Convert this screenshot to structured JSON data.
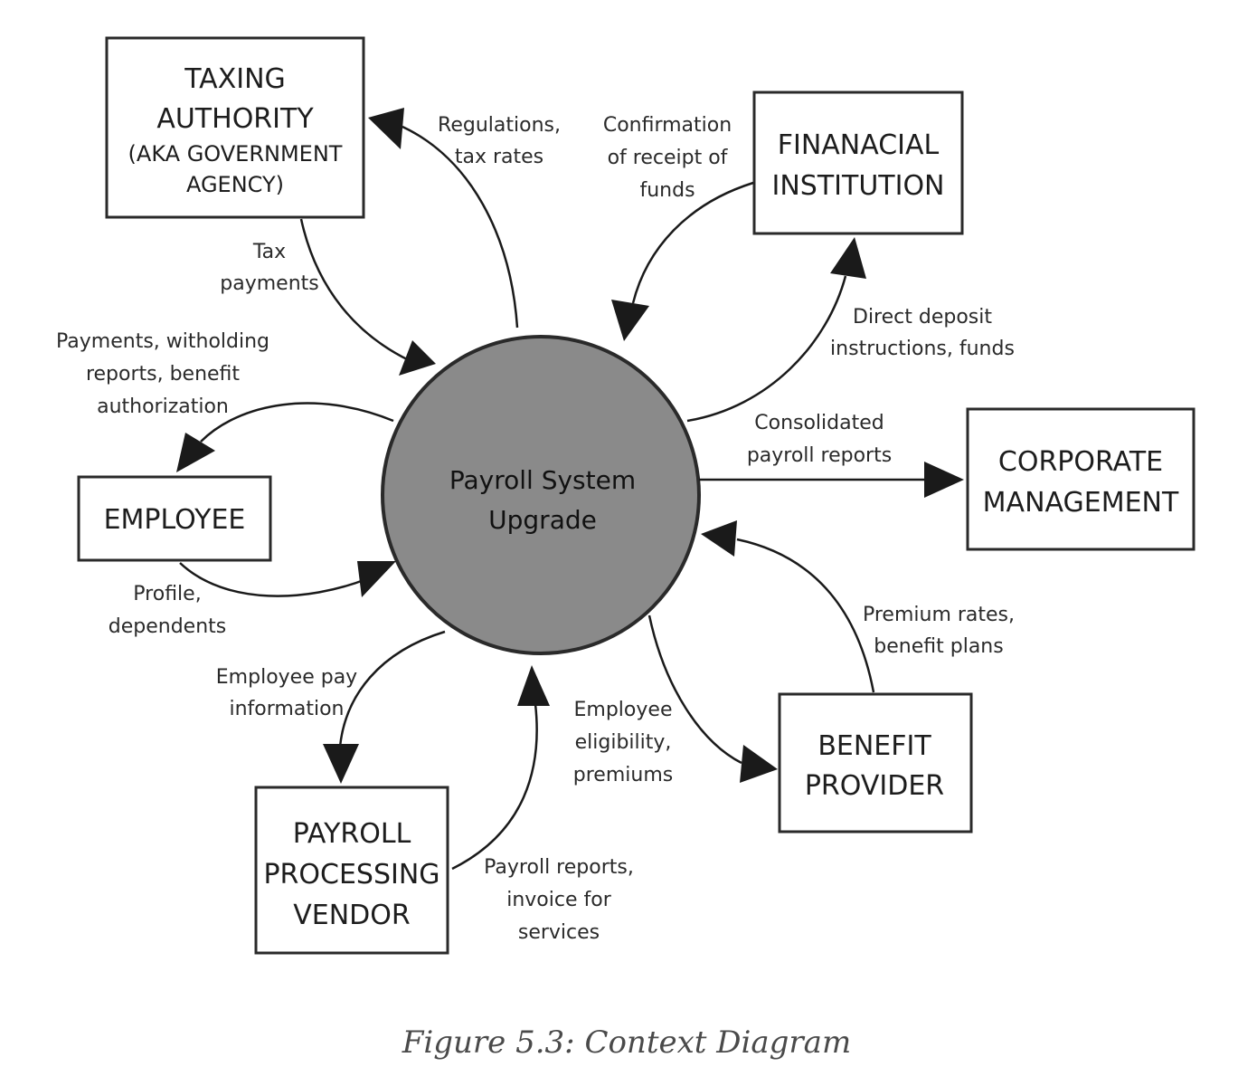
{
  "center": {
    "lines": [
      "Payroll System",
      "Upgrade"
    ]
  },
  "entities": {
    "taxing_authority": [
      "TAXING",
      "AUTHORITY",
      "(AKA GOVERNMENT",
      "AGENCY)"
    ],
    "financial_institution": [
      "FINANACIAL",
      "INSTITUTION"
    ],
    "employee": [
      "EMPLOYEE"
    ],
    "corporate_management": [
      "CORPORATE",
      "MANAGEMENT"
    ],
    "payroll_processing_vendor": [
      "PAYROLL",
      "PROCESSING",
      "VENDOR"
    ],
    "benefit_provider": [
      "BENEFIT",
      "PROVIDER"
    ]
  },
  "flows": {
    "tax_payments": [
      "Tax",
      "payments"
    ],
    "regulations_tax_rates": [
      "Regulations,",
      "tax rates"
    ],
    "confirmation_receipt_funds": [
      "Confirmation",
      "of receipt of",
      "funds"
    ],
    "direct_deposit": [
      "Direct deposit",
      "instructions, funds"
    ],
    "payments_withholding": [
      "Payments, witholding",
      "reports, benefit",
      "authorization"
    ],
    "consolidated_reports": [
      "Consolidated",
      "payroll reports"
    ],
    "profile_dependents": [
      "Profile,",
      "dependents"
    ],
    "premium_rates": [
      "Premium rates,",
      "benefit plans"
    ],
    "employee_pay_info": [
      "Employee pay",
      "information"
    ],
    "employee_eligibility": [
      "Employee",
      "eligibility,",
      "premiums"
    ],
    "payroll_reports_invoice": [
      "Payroll reports,",
      "invoice for",
      "services"
    ]
  },
  "caption": "Figure 5.3: Context Diagram"
}
